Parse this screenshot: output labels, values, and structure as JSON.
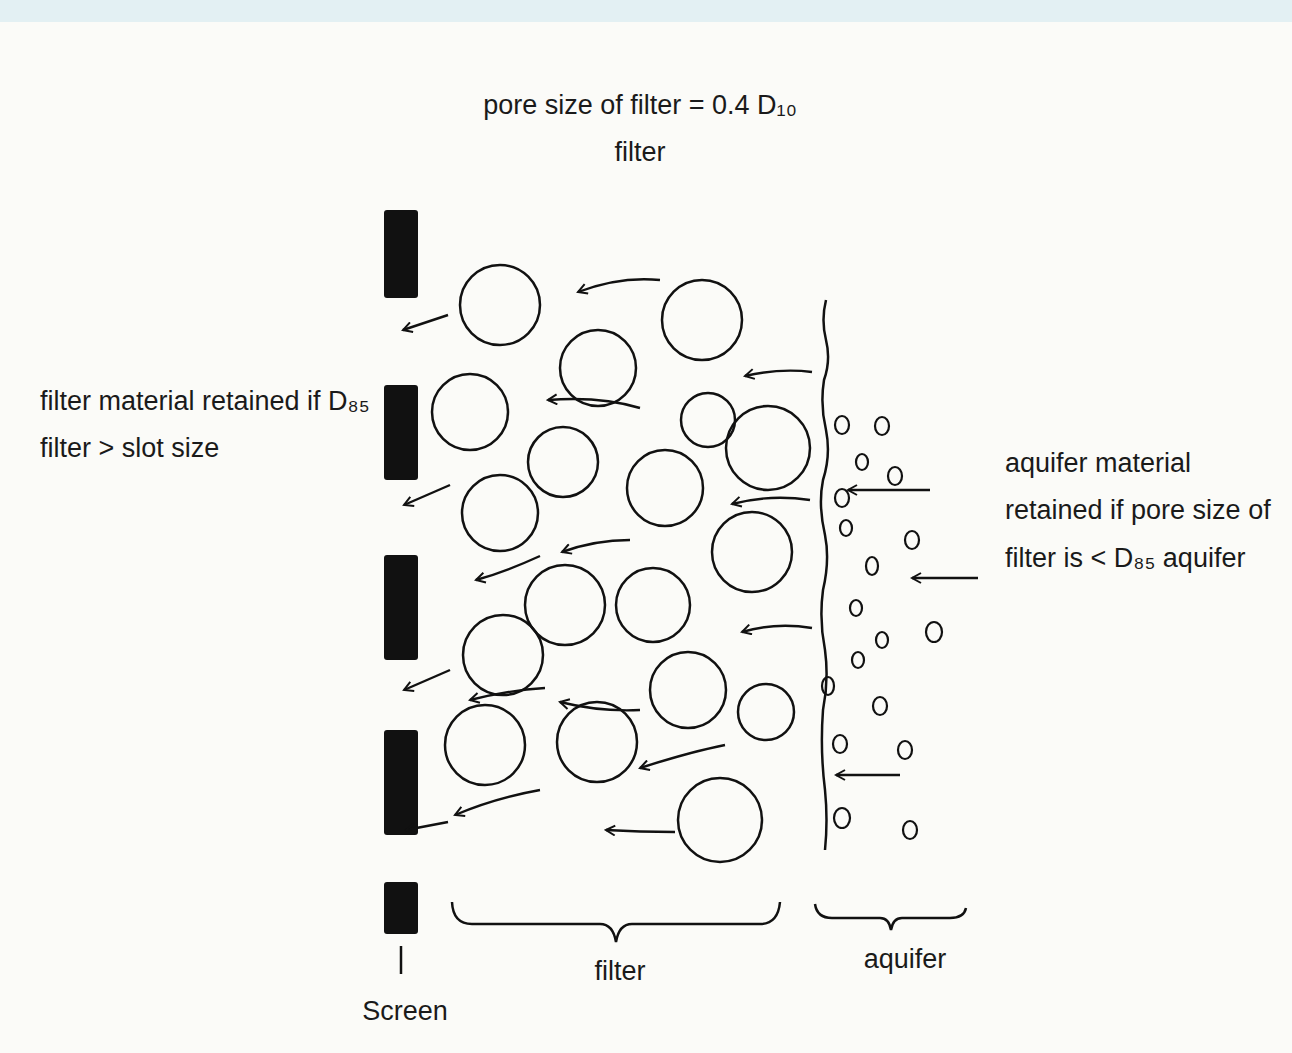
{
  "diagram": {
    "labels": [
      "pore size of filter = 0.4 D₁₀ filter",
      "filter material retained if D₈₅ filter > slot size",
      "aquifer material retained if pore size of filter is < D₈₅ aquifer",
      "filter",
      "aquifer",
      "Screen"
    ]
  }
}
